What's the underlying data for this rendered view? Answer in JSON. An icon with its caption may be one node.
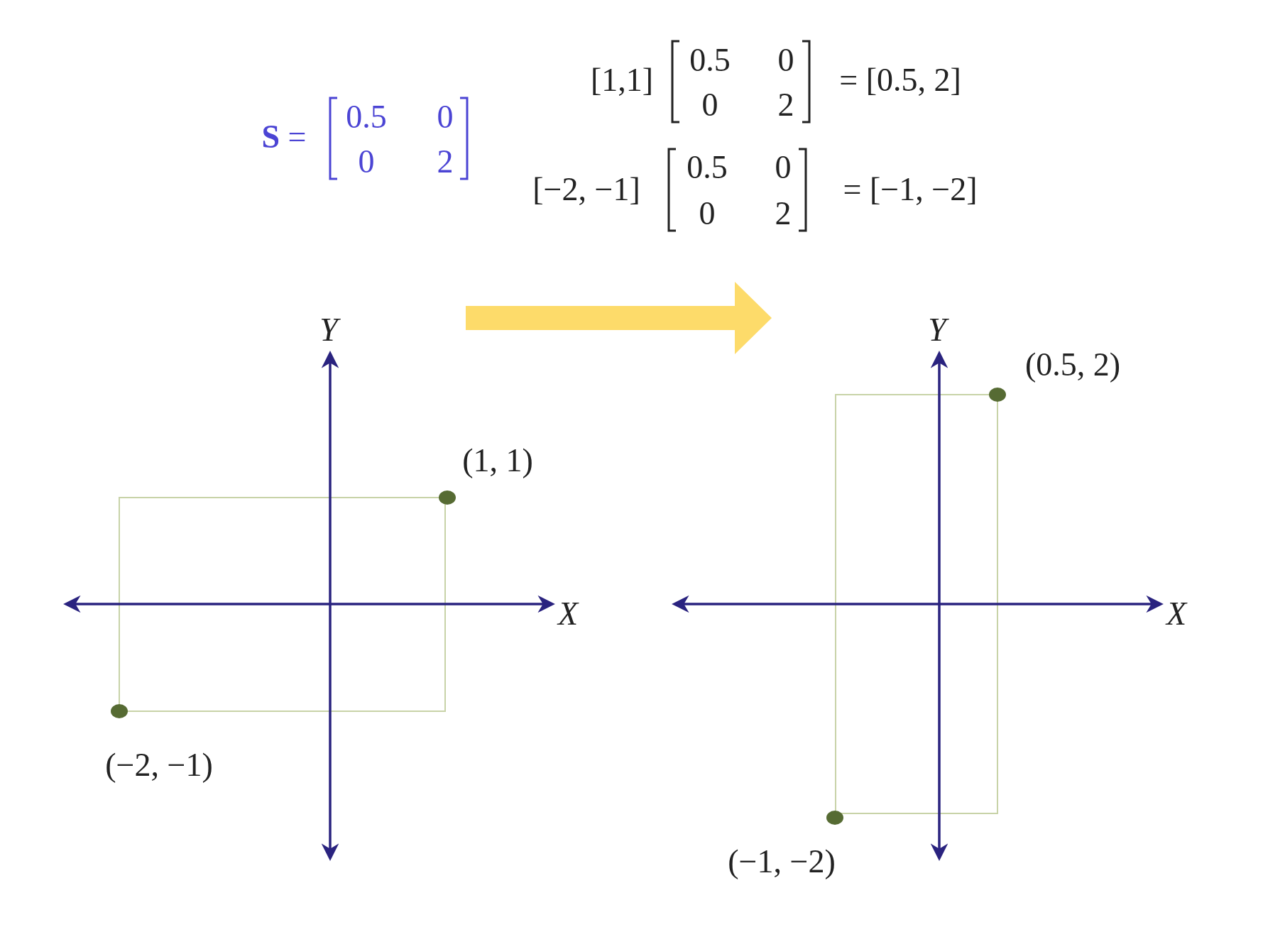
{
  "diagram": {
    "labels": [
      "**S** =",
      "0.5",
      "0",
      "0",
      "2",
      "[1,1]",
      "0.5",
      "0",
      "0",
      "2",
      "= [0.5, 2]",
      "[−2, −1]",
      "0.5",
      "0",
      "0",
      "2",
      "= [−1, −2]",
      "Y",
      "(1, 1)",
      "X",
      "(−2, −1)",
      "Y",
      "(0.5, 2)",
      "X",
      "(−1, −2)"
    ]
  }
}
